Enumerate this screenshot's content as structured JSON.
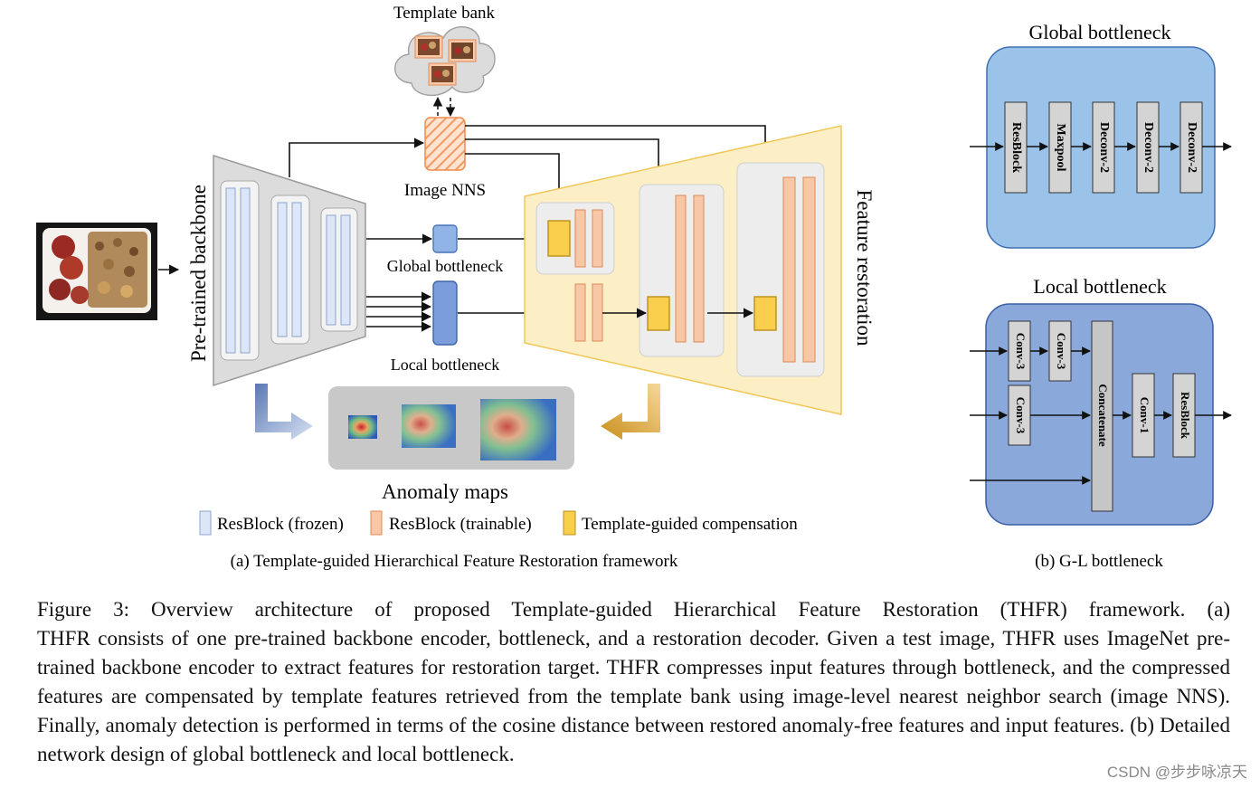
{
  "figure": {
    "template_bank_label": "Template bank",
    "image_nns_label": "Image NNS",
    "backbone_label": "Pre-trained backbone",
    "feature_restoration_label": "Feature restoration",
    "global_bottleneck_label": "Global bottleneck",
    "local_bottleneck_label": "Local bottleneck",
    "anomaly_maps_label": "Anomaly maps",
    "legend": {
      "frozen": "ResBlock (frozen)",
      "trainable": "ResBlock (trainable)",
      "compensation": "Template-guided compensation"
    },
    "subcaption_a": "(a) Template-guided Hierarchical Feature Restoration framework",
    "subcaption_b": "(b) G-L bottleneck",
    "gl": {
      "global_title": "Global bottleneck",
      "global_blocks": [
        "ResBlock",
        "Maxpool",
        "Deconv-2",
        "Deconv-2",
        "Deconv-2"
      ],
      "local_title": "Local bottleneck",
      "local_conv_a": "Conv-3",
      "local_conv_b": "Conv-3",
      "local_conv_c": "Conv-3",
      "local_concat": "Concatenate",
      "local_conv1": "Conv-1",
      "local_resblock": "ResBlock"
    },
    "colors": {
      "frozen": "#dce6f6",
      "trainable": "#f8c7a6",
      "compensation": "#f9ce4c",
      "restoration_bg": "#fcefc6",
      "global_bg": "#9bc3e9",
      "local_bg": "#8ba8db"
    }
  },
  "caption": {
    "line1": "Figure 3: Overview architecture of proposed Template-guided Hierarchical Feature Restoration (THFR) framework. (a)",
    "rest": "THFR consists of one pre-trained backbone encoder, bottleneck, and a restoration decoder. Given a test image, THFR uses ImageNet pre-trained backbone encoder to extract features for restoration target. THFR compresses input features through bottleneck, and the compressed features are compensated by template features retrieved from the template bank using image-level nearest neighbor search (image NNS). Finally, anomaly detection is performed in terms of the cosine distance between restored anomaly-free features and input features. (b) Detailed network design of global bottleneck and local bottleneck."
  },
  "watermark": "CSDN @步步咏凉天"
}
